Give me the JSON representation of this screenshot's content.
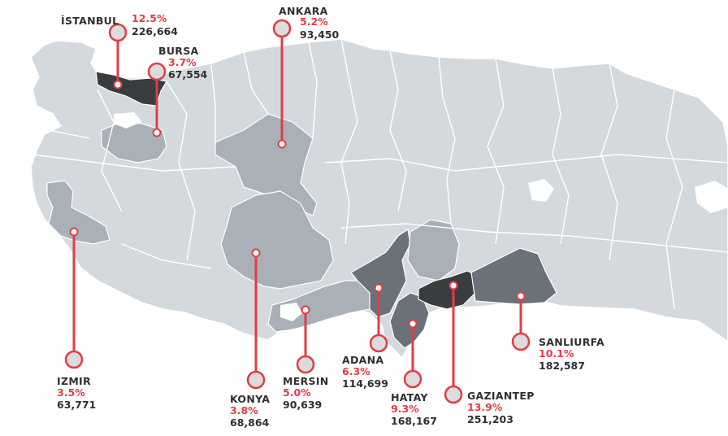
{
  "colors": {
    "land": "#d4d9de",
    "land_stroke": "#ffffff",
    "province_stroke": "#ffffff",
    "medium": "#a9b0b8",
    "dark": "#6b7178",
    "darkest": "#3a3d40",
    "accent": "#e23d45",
    "marker_fill": "#dcdcdc"
  },
  "cities": [
    {
      "id": "istanbul",
      "name": "İSTANBUL",
      "pct": "12.5%",
      "value": "226,664"
    },
    {
      "id": "bursa",
      "name": "BURSA",
      "pct": "3.7%",
      "value": "67,554"
    },
    {
      "id": "ankara",
      "name": "ANKARA",
      "pct": "5.2%",
      "value": "93,450"
    },
    {
      "id": "izmir",
      "name": "IZMIR",
      "pct": "3.5%",
      "value": "63,771"
    },
    {
      "id": "konya",
      "name": "KONYA",
      "pct": "3.8%",
      "value": "68,864"
    },
    {
      "id": "mersin",
      "name": "MERSIN",
      "pct": "5.0%",
      "value": "90,639"
    },
    {
      "id": "adana",
      "name": "ADANA",
      "pct": "6.3%",
      "value": "114,699"
    },
    {
      "id": "hatay",
      "name": "HATAY",
      "pct": "9.3%",
      "value": "168,167"
    },
    {
      "id": "gaziantep",
      "name": "GAZIANTEP",
      "pct": "13.9%",
      "value": "251,203"
    },
    {
      "id": "sanliurfa",
      "name": "SANLIURFA",
      "pct": "10.1%",
      "value": "182,587"
    }
  ]
}
